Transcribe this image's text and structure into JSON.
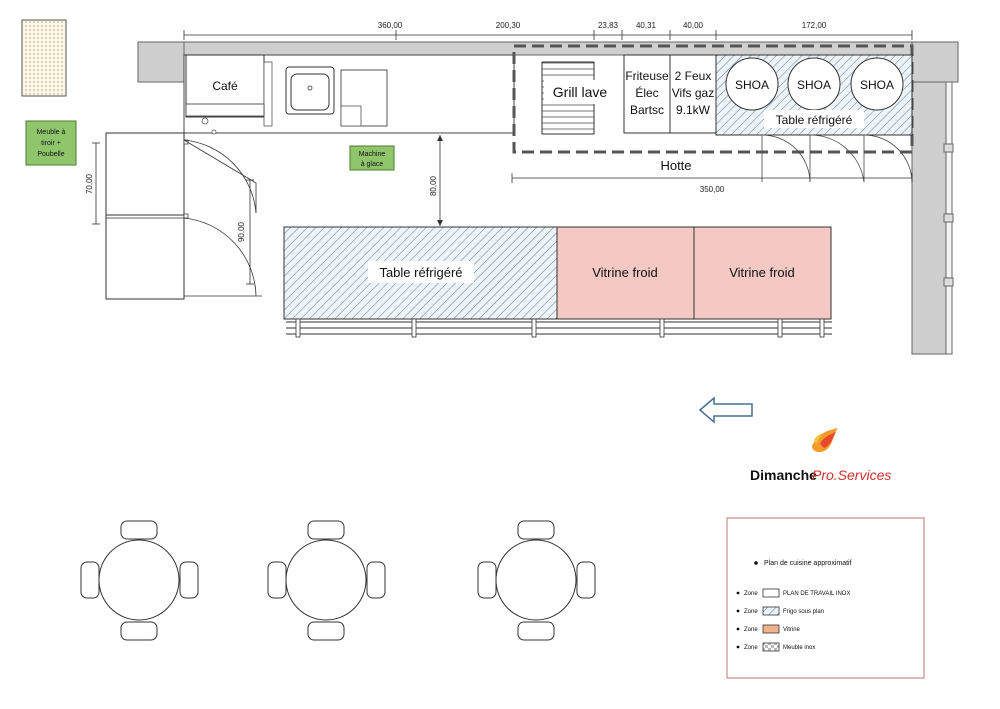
{
  "top_dimensions": [
    "360,00",
    "200,30",
    "23,83",
    "40,31",
    "40,00",
    "172,00"
  ],
  "side_dimensions": {
    "fridge": "70,00",
    "door": "90,00",
    "aisle": "80,00",
    "hood": "350,00"
  },
  "notes": {
    "drawer_unit": "Meuble à tiroir + Poubelle",
    "ice_machine": "Machine à glace"
  },
  "equipment": {
    "coffee": "Café",
    "grill": "Grill lave",
    "fryer": [
      "Friteuse",
      "Élec",
      "Bartsc"
    ],
    "burners": [
      "2 Feux",
      "Vifs gaz",
      "9.1kW"
    ],
    "woks": [
      "SHOA",
      "SHOA",
      "SHOA"
    ],
    "top_fridge_table": "Table réfrigéré",
    "hood": "Hotte"
  },
  "counter": {
    "fridge_table": "Table réfrigéré",
    "vitrine_1": "Vitrine froid",
    "vitrine_2": "Vitrine froid"
  },
  "brand": {
    "name_part1": "Dimanche",
    "name_part2": "Pro.Services"
  },
  "legend": {
    "title": "Plan de cuisine approximatif",
    "rows": [
      {
        "zone": "Zone",
        "label": "PLAN DE TRAVAIL INOX"
      },
      {
        "zone": "Zone",
        "label": "Frigo sous plan"
      },
      {
        "zone": "Zone",
        "label": "Vitrine"
      },
      {
        "zone": "Zone",
        "label": "Meuble inox"
      }
    ]
  },
  "colors": {
    "wall": "#cfcfcf",
    "vitrine": "#f4c9c4",
    "note_box": "#8fc66c",
    "hatch": "#5a7fa0",
    "brand_red": "#d0312d"
  }
}
